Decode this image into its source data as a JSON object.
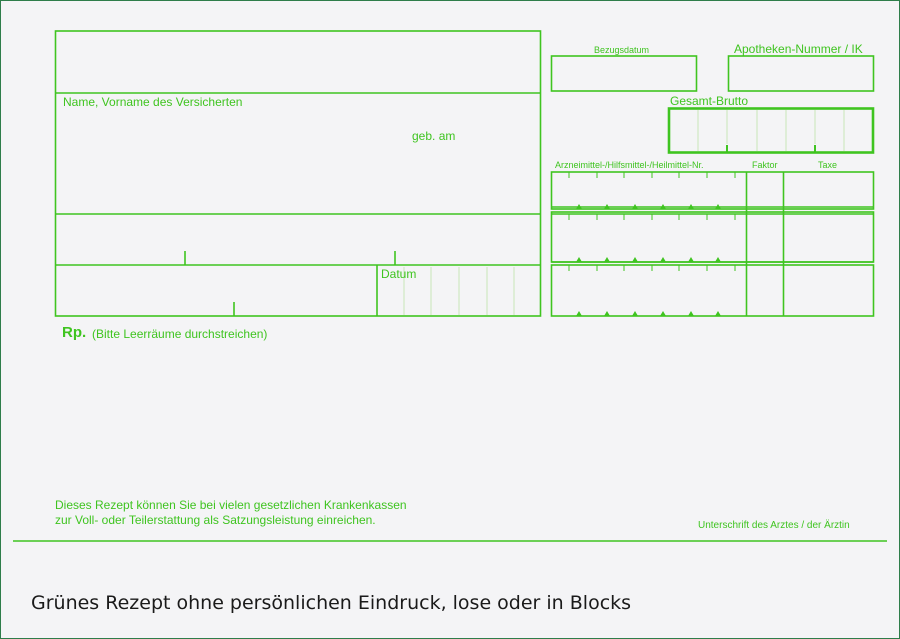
{
  "form": {
    "insured_name_label": "Name, Vorname des Versicherten",
    "birth_label": "geb. am",
    "date_label": "Datum",
    "delivery_date_label": "Bezugsdatum",
    "pharmacy_number_label": "Apotheken-Nummer / IK",
    "gross_total_label": "Gesamt-Brutto",
    "item_number_label": "Arzneimittel-/Hilfsmittel-/Heilmittel-Nr.",
    "factor_label": "Faktor",
    "tax_label": "Taxe",
    "rp_label": "Rp.",
    "rp_note": "(Bitte Leerräume durchstreichen)",
    "info_line_1": "Dieses Rezept können Sie bei vielen gesetzlichen Krankenkassen",
    "info_line_2": "zur Voll- oder Teilerstattung als Satzungsleistung einreichen.",
    "signature_label": "Unterschrift des Arztes / der Ärztin"
  },
  "caption": "Grünes Rezept ohne persönlichen Eindruck, lose oder in Blocks",
  "colors": {
    "form_green": "#3fc420",
    "background": "#f4f4f6",
    "caption_text": "#1a1a1a"
  }
}
